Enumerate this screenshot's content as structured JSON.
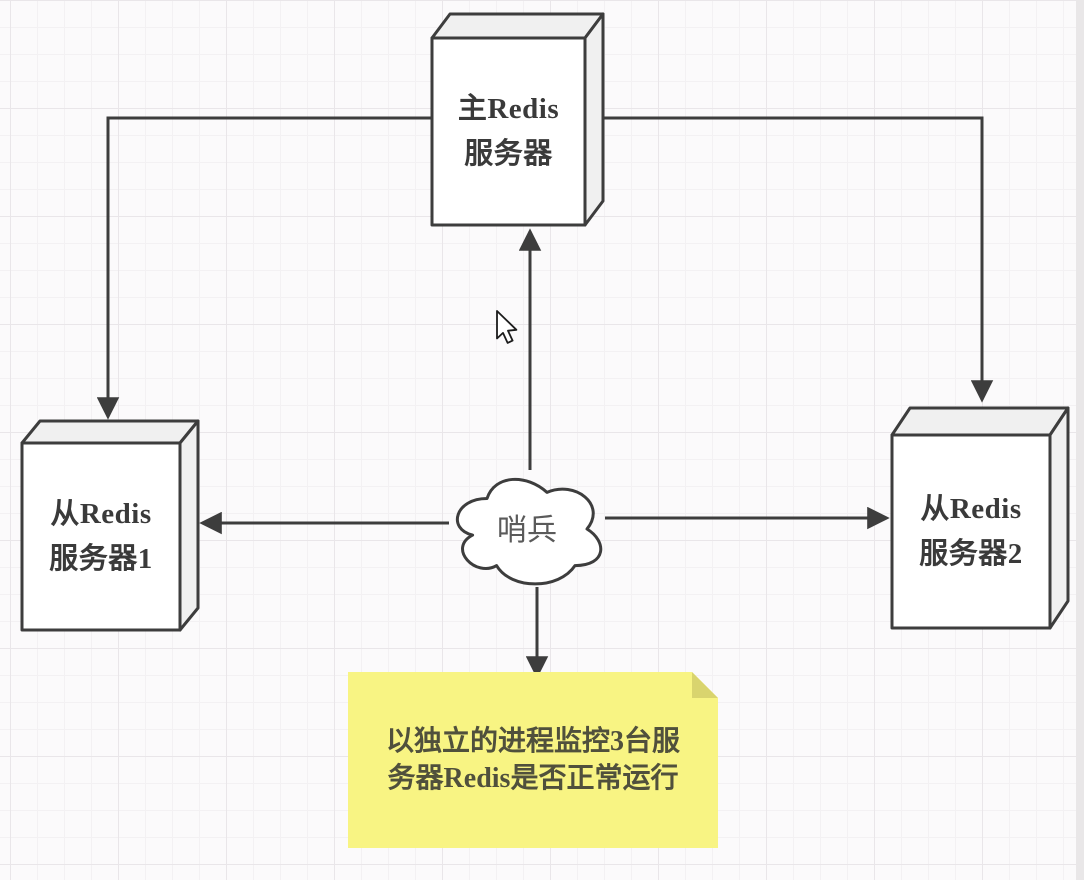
{
  "nodes": {
    "master": {
      "line1": "主Redis",
      "line2": "服务器"
    },
    "slave1": {
      "line1": "从Redis",
      "line2": "服务器1"
    },
    "slave2": {
      "line1": "从Redis",
      "line2": "服务器2"
    },
    "sentinel": {
      "label": "哨兵"
    },
    "note": {
      "line1": "以独立的进程监控3台服",
      "line2": "务器Redis是否正常运行"
    }
  },
  "edges": [
    {
      "from": "master",
      "to": "slave1",
      "arrow": "into-slave1-top"
    },
    {
      "from": "master",
      "to": "slave2",
      "arrow": "into-slave2-top"
    },
    {
      "from": "sentinel",
      "to": "master",
      "arrow": "into-master-bottom"
    },
    {
      "from": "sentinel",
      "to": "slave1",
      "arrow": "into-slave1-right"
    },
    {
      "from": "sentinel",
      "to": "slave2",
      "arrow": "into-slave2-left"
    },
    {
      "from": "sentinel",
      "to": "note",
      "arrow": "into-note-top"
    }
  ],
  "colors": {
    "stroke": "#3d3d3d",
    "shape-fill": "#ffffff",
    "shade-fill": "#f0f0f0",
    "note-fill": "#f8f483",
    "note-fold": "#d9d46e",
    "note-text": "#50503c",
    "label-text": "#3a3a3a",
    "cloud-text": "#5a5a5a",
    "grid-minor": "#f3f1f3",
    "grid-major": "#e9e6e9"
  }
}
